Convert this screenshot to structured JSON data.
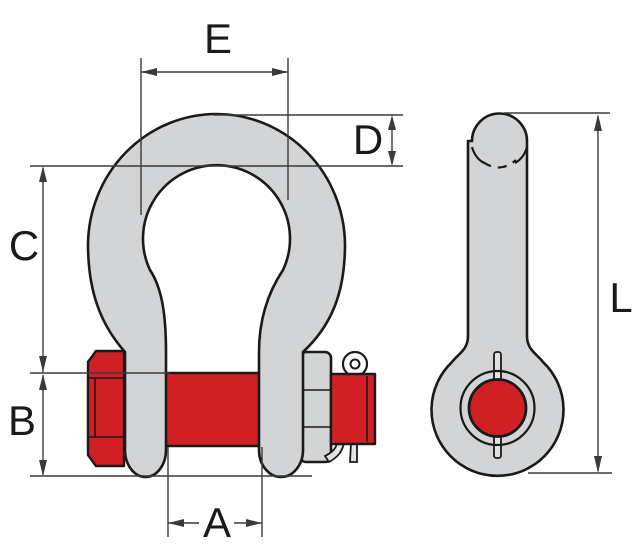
{
  "labels": {
    "a": "A",
    "b": "B",
    "c": "C",
    "d": "D",
    "e": "E",
    "l": "L"
  },
  "colors": {
    "body": "#d3d4d5",
    "red": "#d02026",
    "outline": "#1a1a1a",
    "dim": "#3a3a3a",
    "pin_metal": "#e2e2e2"
  }
}
